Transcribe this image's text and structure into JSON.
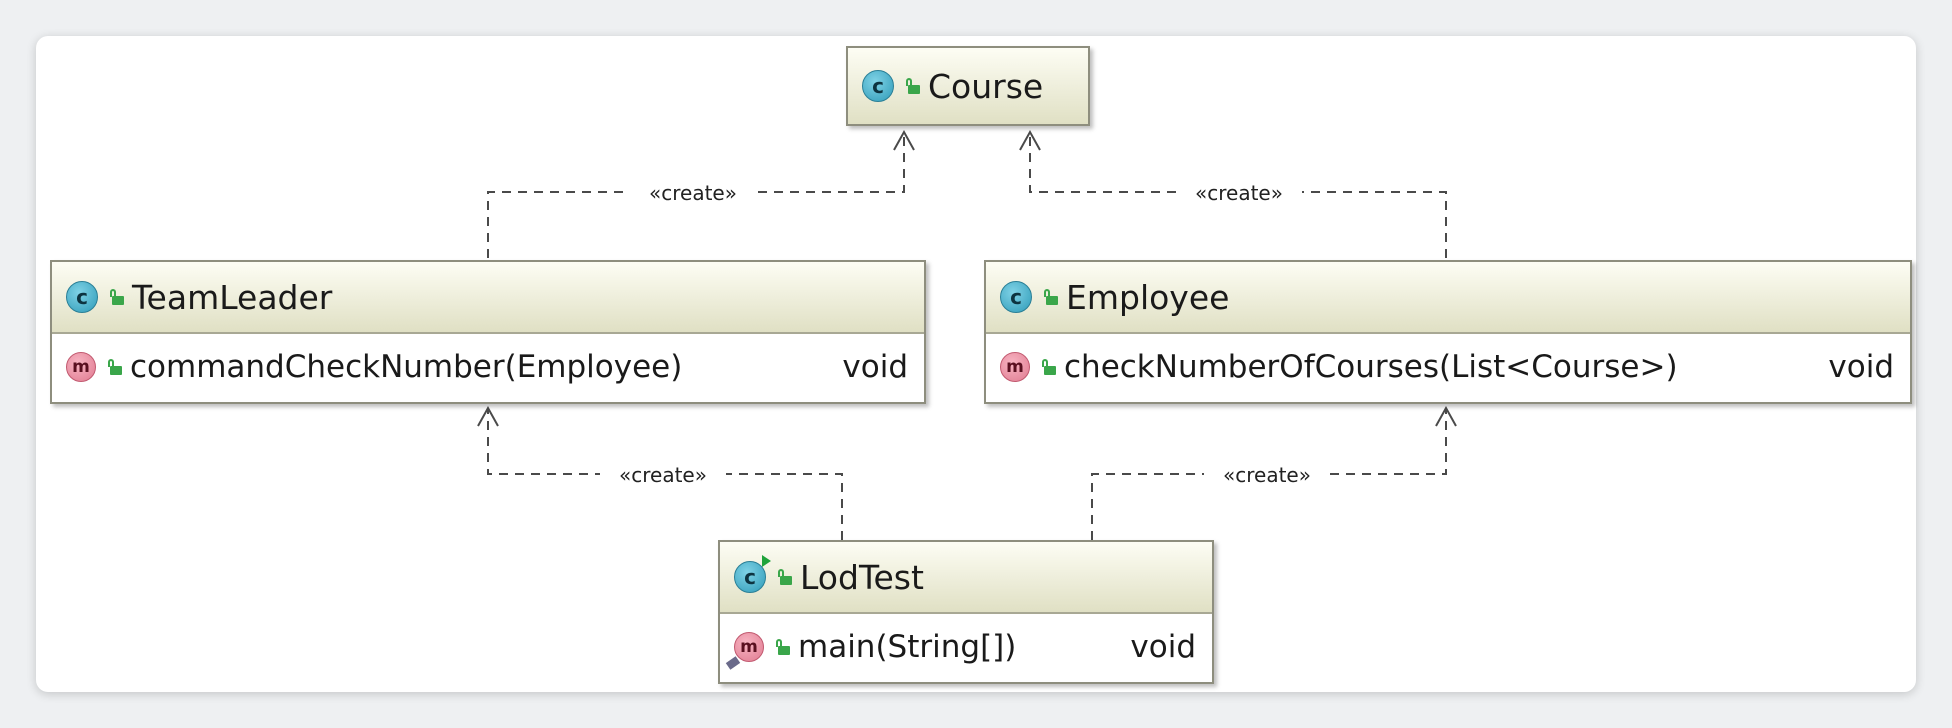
{
  "classes": {
    "course": {
      "name": "Course",
      "icon": "class-icon"
    },
    "teamleader": {
      "name": "TeamLeader",
      "icon": "class-icon",
      "method": {
        "signature": "commandCheckNumber(Employee)",
        "return": "void"
      }
    },
    "employee": {
      "name": "Employee",
      "icon": "class-icon",
      "method": {
        "signature": "checkNumberOfCourses(List<Course>)",
        "return": "void"
      }
    },
    "lodtest": {
      "name": "LodTest",
      "icon": "runnable-class-icon",
      "method": {
        "signature": "main(String[])",
        "return": "void"
      }
    }
  },
  "relations": [
    {
      "from": "TeamLeader",
      "to": "Course",
      "stereotype": "«create»"
    },
    {
      "from": "Employee",
      "to": "Course",
      "stereotype": "«create»"
    },
    {
      "from": "LodTest",
      "to": "TeamLeader",
      "stereotype": "«create»"
    },
    {
      "from": "LodTest",
      "to": "Employee",
      "stereotype": "«create»"
    }
  ],
  "colors": {
    "header_gradient_top": "#fdfdf4",
    "header_gradient_bottom": "#e0e0c4",
    "class_badge": "#2f9bb8",
    "method_badge": "#e07a90",
    "visibility_public": "#3aa64a",
    "dependency_line": "#4a4a4a"
  }
}
